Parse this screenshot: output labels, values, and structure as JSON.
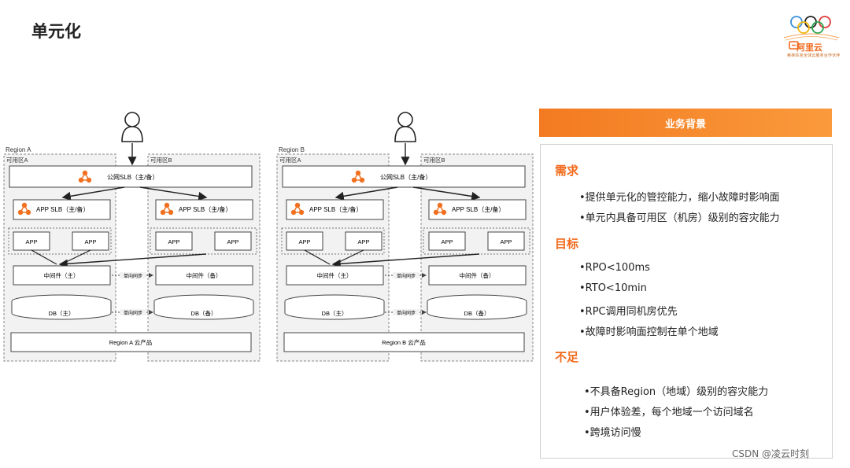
{
  "slide": {
    "title": "单元化"
  },
  "logo": {
    "text": "阿里云",
    "tagline": "奥林匹克全球云服务合作伙伴"
  },
  "regions": [
    {
      "label": "Region A",
      "zone_a": "可用区A",
      "zone_b": "可用区B",
      "public_slb": "公网SLB（主/备）",
      "app_slb_a": "APP SLB（主/备）",
      "app_slb_b": "APP SLB（主/备）",
      "app": "APP",
      "mw_primary": "中间件（主）",
      "mw_backup": "中间件（备）",
      "sync_label": "单向同步",
      "db_primary": "DB（主）",
      "db_backup": "DB（备）",
      "cloud_products": "Region A 云产品"
    },
    {
      "label": "Region B",
      "zone_a": "可用区A",
      "zone_b": "可用区B",
      "public_slb": "公网SLB（主/备）",
      "app_slb_a": "APP SLB（主/备）",
      "app_slb_b": "APP SLB（主/备）",
      "app": "APP",
      "mw_primary": "中间件（主）",
      "mw_backup": "中间件（备）",
      "sync_label": "单向同步",
      "db_primary": "DB（主）",
      "db_backup": "DB（备）",
      "cloud_products": "Region B 云产品"
    }
  ],
  "panel": {
    "header": "业务背景",
    "requirements": {
      "title": "需求",
      "items": [
        "•提供单元化的管控能力，缩小故障时影响面",
        "•单元内具备可用区（机房）级别的容灾能力"
      ]
    },
    "goals": {
      "title": "目标",
      "items": [
        "•RPO<100ms",
        "•RTO<10min",
        "•RPC调用同机房优先",
        "•故障时影响面控制在单个地域"
      ]
    },
    "shortcomings": {
      "title": "不足",
      "items": [
        "•不具备Region（地域）级别的容灾能力",
        "•用户体验差，每个地域一个访问域名",
        "•跨境访问慢"
      ]
    }
  },
  "watermark": "CSDN @凌云时刻",
  "colors": {
    "accent": "#f26a1b",
    "header_start": "#f37a21",
    "header_end": "#fa9a3c"
  }
}
